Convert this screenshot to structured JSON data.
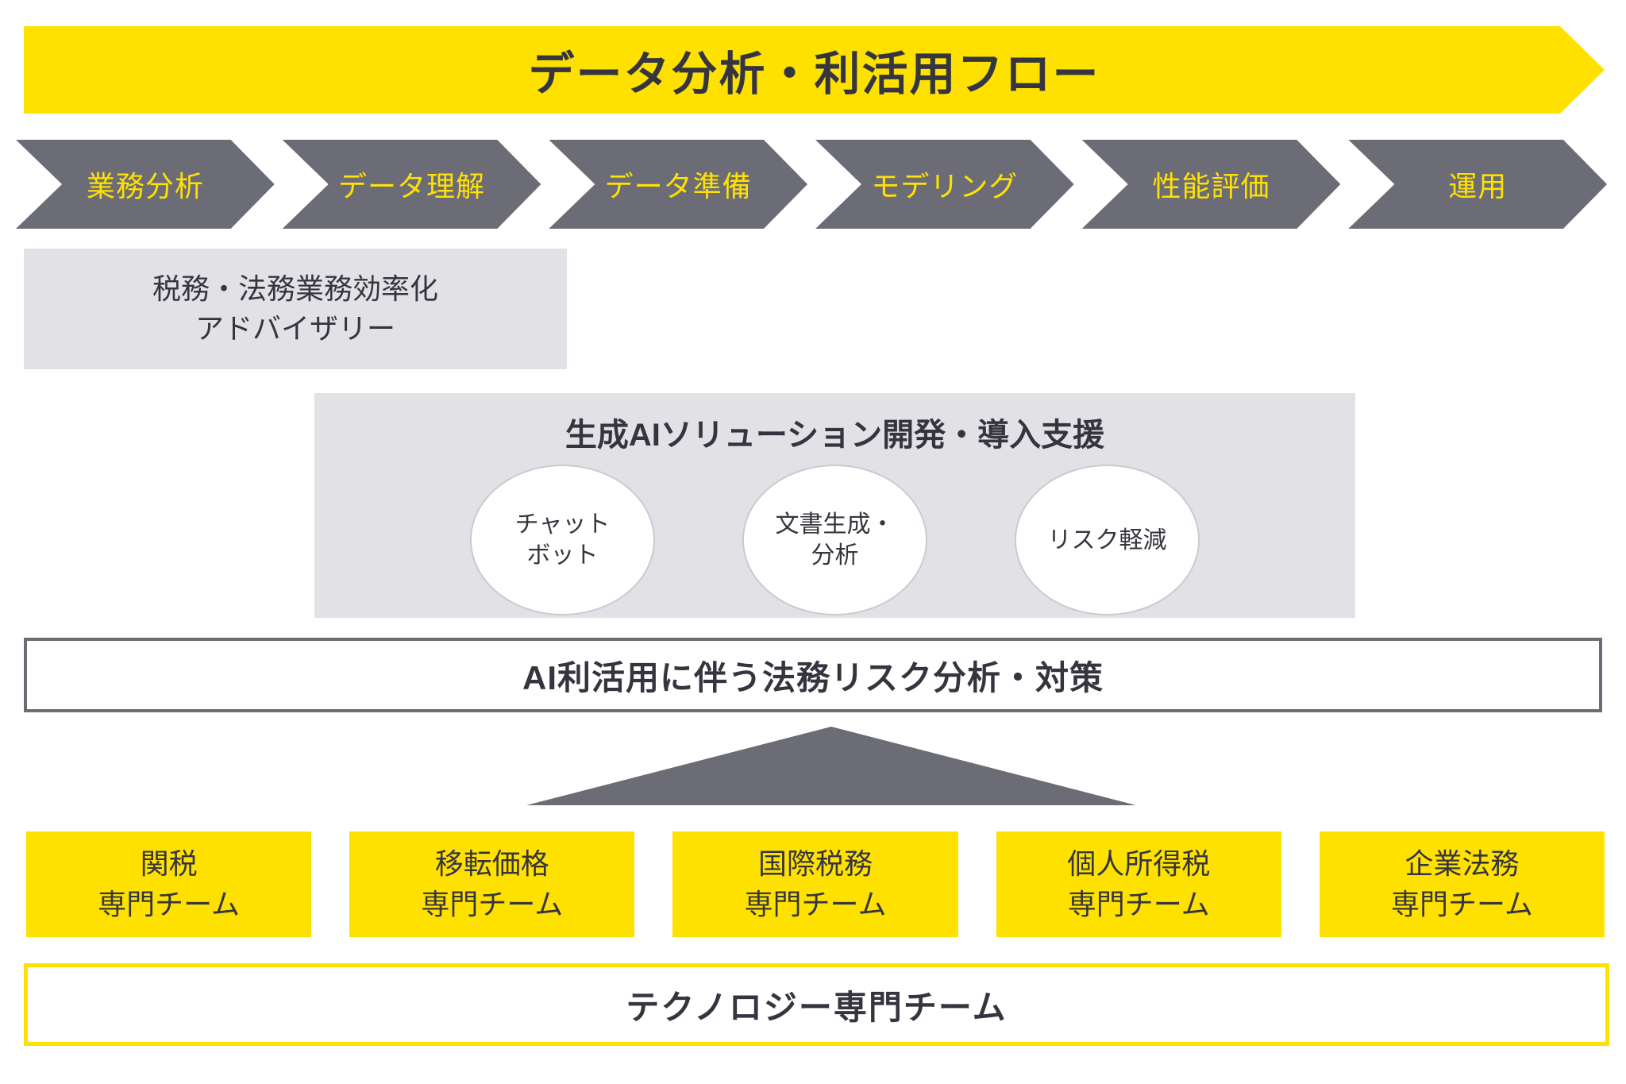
{
  "diagram": {
    "title": "データ分析・利活用フロー",
    "flow_steps": [
      "業務分析",
      "データ理解",
      "データ準備",
      "モデリング",
      "性能評価",
      "運用"
    ],
    "advisory_text": "税務・法務業務効率化\nアドバイザリー",
    "genai": {
      "title": "生成AIソリューション開発・導入支援",
      "bubbles": [
        "チャット\nボット",
        "文書生成・\n分析",
        "リスク軽減"
      ]
    },
    "legal_risk_text": "AI利活用に伴う法務リスク分析・対策",
    "teams": [
      "関税\n専門チーム",
      "移転価格\n専門チーム",
      "国際税務\n専門チーム",
      "個人所得税\n専門チーム",
      "企業法務\n専門チーム"
    ],
    "tech_team_text": "テクノロジー専門チーム",
    "colors": {
      "accent_yellow": "#FFE100",
      "slate_gray": "#6C6C77",
      "light_gray": "#E2E2E6",
      "dark_text": "#35353F"
    }
  }
}
